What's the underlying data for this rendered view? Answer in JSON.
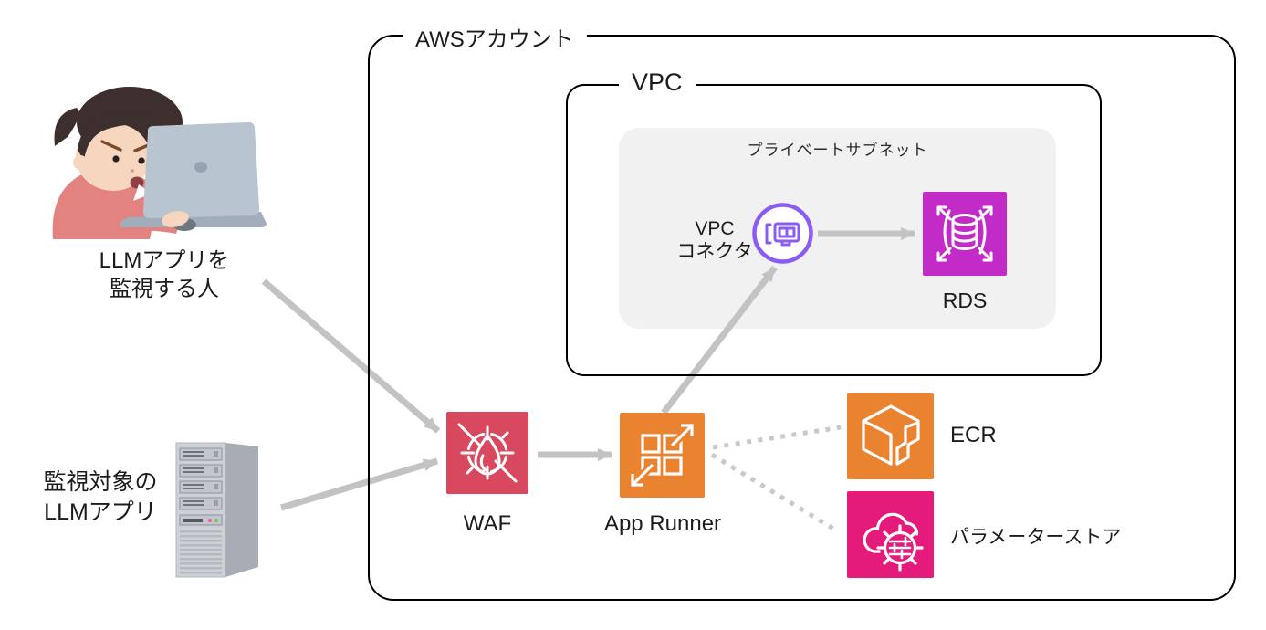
{
  "containers": {
    "aws_account_label": "AWSアカウント",
    "vpc_label": "VPC",
    "private_subnet_label": "プライベートサブネット"
  },
  "nodes": {
    "person": {
      "line1": "LLMアプリを",
      "line2": "監視する人"
    },
    "server": {
      "line1": "監視対象の",
      "line2": "LLMアプリ"
    },
    "waf": {
      "label": "WAF",
      "color": "#d8485e"
    },
    "app_runner": {
      "label": "App Runner",
      "color": "#e9832f"
    },
    "vpc_connector": {
      "line1": "VPC",
      "line2": "コネクタ",
      "color": "#8a5cf4"
    },
    "rds": {
      "label": "RDS",
      "color": "#c32bc9"
    },
    "ecr": {
      "label": "ECR",
      "color": "#e9832f"
    },
    "parameter_store": {
      "label": "パラメーターストア",
      "color": "#e51b7c"
    }
  },
  "colors": {
    "arrow": "#c3c3c3",
    "dotted_line": "#c9c9c9",
    "subnet_background": "#f1f1f2",
    "box_border": "#000000",
    "page_background": "#ffffff"
  },
  "icons": {
    "waf": "flame-target-icon",
    "app_runner": "scaling-squares-icon",
    "vpc_connector": "network-interface-icon",
    "rds": "database-scale-icon",
    "ecr": "container-registry-box-icon",
    "parameter_store": "cloud-gear-sliders-icon",
    "person": "person-at-laptop-illustration",
    "server": "server-tower-illustration"
  }
}
